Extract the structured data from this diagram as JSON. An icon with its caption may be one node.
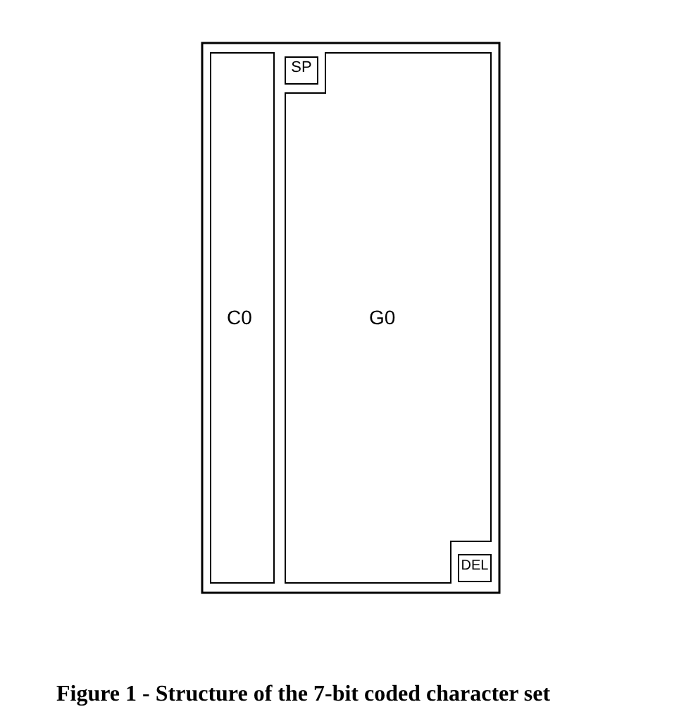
{
  "diagram": {
    "caption": "Figure 1 - Structure of the 7-bit coded character set",
    "nodes": [
      {
        "text": [],
        "shape": "box"
      },
      {
        "text": [
          "SP"
        ],
        "in": 0
      },
      {
        "text": [
          "C0"
        ],
        "in": 0
      },
      {
        "text": [
          "G0"
        ],
        "in": 0
      },
      {
        "text": [
          "DEL"
        ],
        "in": 0
      }
    ],
    "edges": []
  }
}
